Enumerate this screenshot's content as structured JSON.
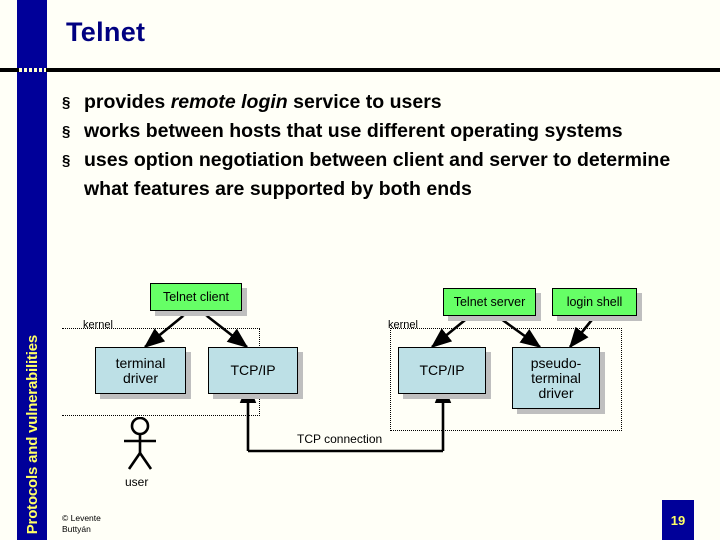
{
  "slide": {
    "title": "Telnet",
    "sidebar_label": "Protocols and vulnerabilities",
    "page_number": "19",
    "credit": "©  Levente Buttyán",
    "colors": {
      "sidebar_blue": "#000099",
      "title_navy": "#000080",
      "sidebar_text_yellow": "#ffff66",
      "background": "#fffff7",
      "process_green": "#66ff66",
      "kernel_blue": "#bde0e6",
      "shadow_gray": "#bfbfbf"
    }
  },
  "bullets": [
    {
      "mark": "§",
      "pre": "provides ",
      "italic": "remote login",
      "post": " service to users"
    },
    {
      "mark": "§",
      "pre": "works between hosts that use different operating systems",
      "italic": "",
      "post": ""
    },
    {
      "mark": "§",
      "pre": "uses option negotiation between client and server to determine what features are supported by both ends",
      "italic": "",
      "post": ""
    }
  ],
  "diagram": {
    "boxes": {
      "telnet_client": "Telnet client",
      "telnet_server": "Telnet server",
      "login_shell": "login shell",
      "terminal_driver_l1": "terminal",
      "terminal_driver_l2": "driver",
      "tcpip_left": "TCP/IP",
      "tcpip_right": "TCP/IP",
      "pseudo_l1": "pseudo-",
      "pseudo_l2": "terminal",
      "pseudo_l3": "driver"
    },
    "labels": {
      "kernel_left": "kernel",
      "kernel_right": "kernel",
      "tcp_connection": "TCP connection",
      "user": "user"
    }
  }
}
